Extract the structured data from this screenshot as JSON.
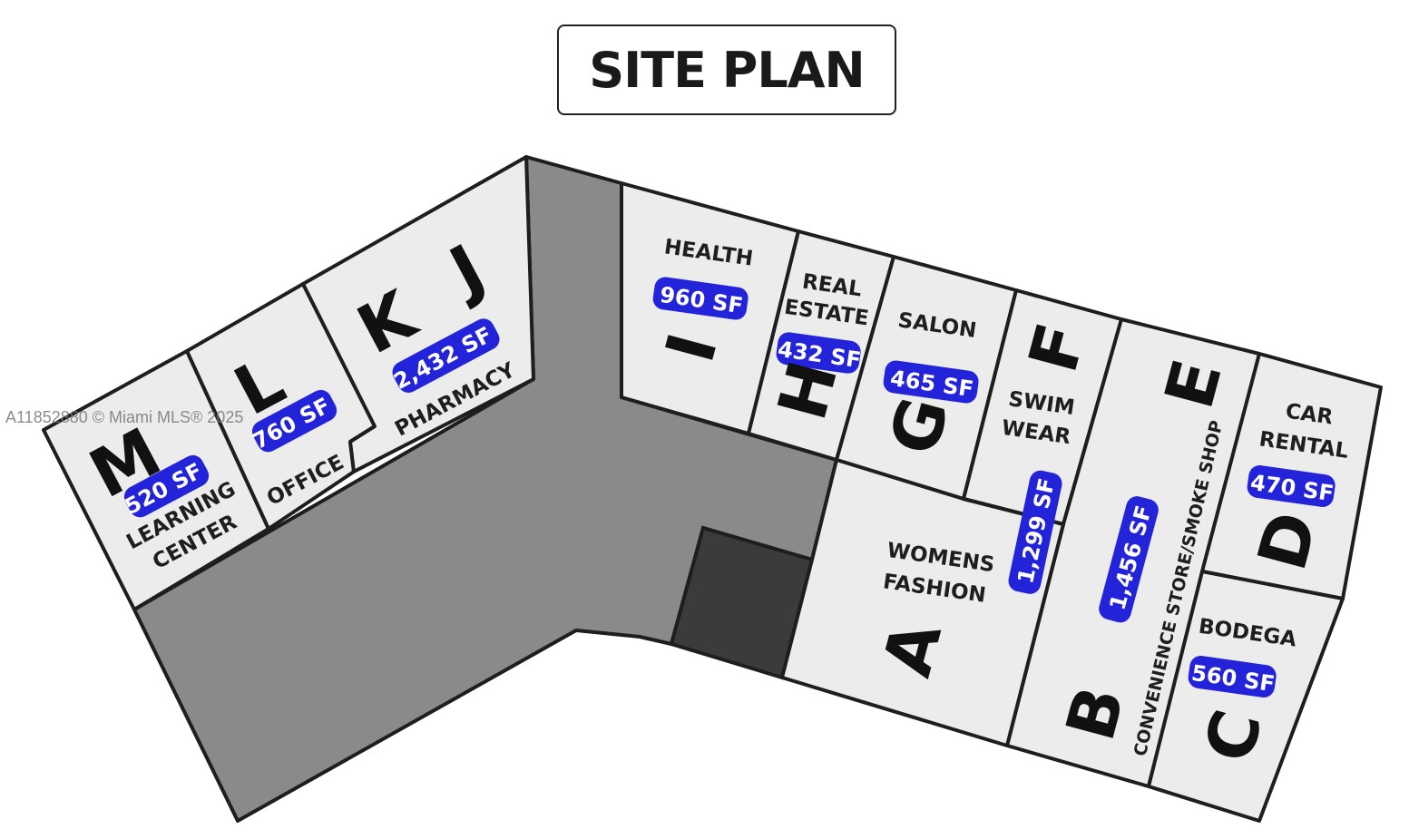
{
  "title": "SITE PLAN",
  "watermark": "A11852880 © Miami MLS® 2025",
  "units": {
    "M": {
      "letter": "M",
      "area": "520 SF",
      "use_1": "LEARNING",
      "use_2": "CENTER"
    },
    "L": {
      "letter": "L",
      "area": "760 SF",
      "use_1": "OFFICE"
    },
    "K": {
      "letter": "K"
    },
    "J": {
      "letter": "J",
      "area": "2,432 SF",
      "use_1": "PHARMACY"
    },
    "I": {
      "letter": "I",
      "area": "960 SF",
      "use_1": "HEALTH"
    },
    "H": {
      "letter": "H",
      "area": "432 SF",
      "use_1": "REAL",
      "use_2": "ESTATE"
    },
    "G": {
      "letter": "G",
      "area": "465 SF",
      "use_1": "SALON"
    },
    "F": {
      "letter": "F",
      "area": "1,299 SF",
      "use_1": "SWIM",
      "use_2": "WEAR"
    },
    "E": {
      "letter": "E",
      "area": "1,456 SF",
      "use_1": "CONVENIENCE STORE/SMOKE SHOP"
    },
    "D": {
      "letter": "D",
      "area": "470 SF",
      "use_1": "CAR",
      "use_2": "RENTAL"
    },
    "A": {
      "letter": "A",
      "use_1": "WOMENS",
      "use_2": "FASHION"
    },
    "B": {
      "letter": "B"
    },
    "C": {
      "letter": "C",
      "area": "560 SF",
      "use_1": "BODEGA"
    }
  },
  "colors": {
    "area_badge": "#2323d9",
    "unit_fill": "#ececec",
    "common_area": "#8a8a8a",
    "dark_block": "#3b3b3b"
  }
}
